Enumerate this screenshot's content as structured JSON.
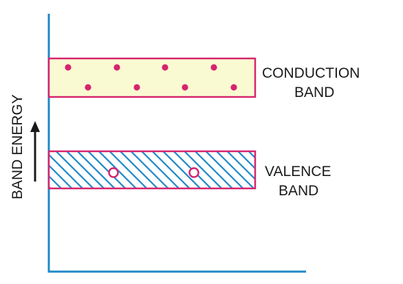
{
  "axis": {
    "y_label": "BAND ENERGY",
    "color": "#1e88c7"
  },
  "conduction_band": {
    "label_line1": "CONDUCTION",
    "label_line2": "BAND",
    "fill": "#fafad2",
    "border": "#d6246e",
    "electron_color": "#d6246e",
    "electron_rows": [
      4,
      4
    ]
  },
  "valence_band": {
    "label_line1": "VALENCE",
    "label_line2": "BAND",
    "hatch_color": "#1e88c7",
    "border": "#d6246e",
    "hole_color": "#d6246e",
    "hole_count": 2
  },
  "arrow": {
    "direction": "up",
    "color": "#1a1a1a"
  }
}
